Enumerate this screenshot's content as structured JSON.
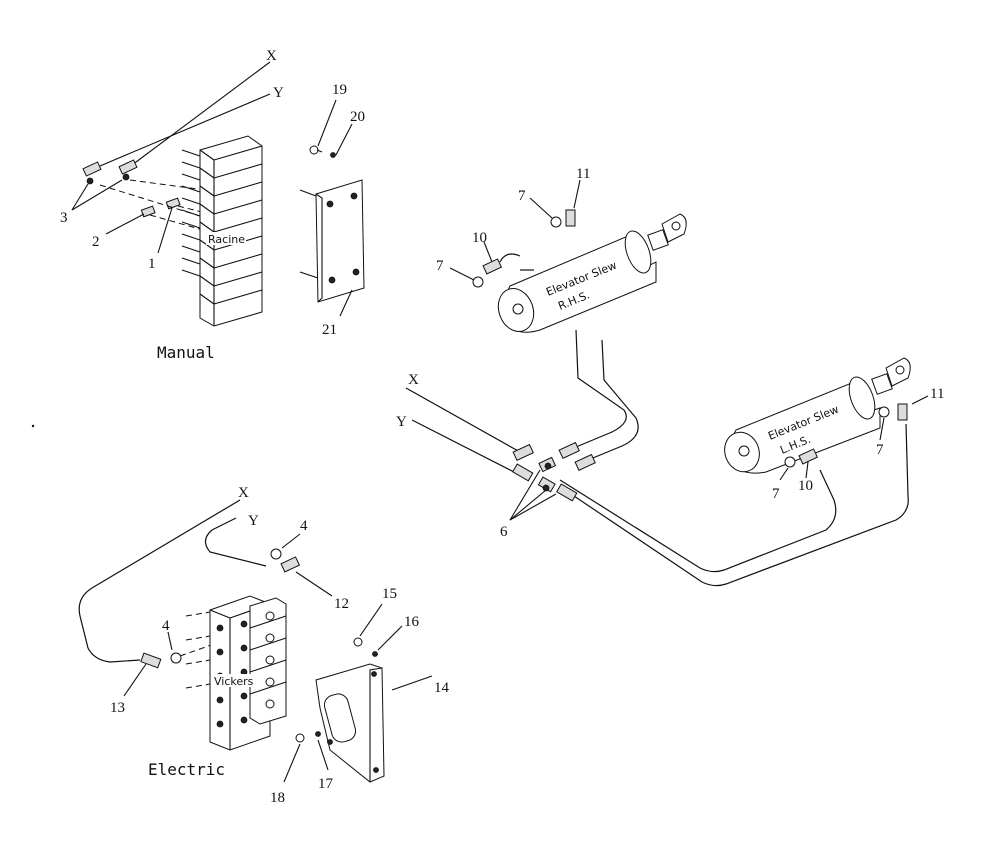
{
  "diagram": {
    "manual_assembly": {
      "caption": "Manual",
      "valve_label": "Racine",
      "line_x": "X",
      "line_y": "Y",
      "callouts": [
        "3",
        "2",
        "1",
        "19",
        "20",
        "21"
      ]
    },
    "electric_assembly": {
      "caption": "Electric",
      "valve_label": "Vickers",
      "line_x": "X",
      "line_y": "Y",
      "callouts": [
        "4",
        "12",
        "4",
        "13",
        "15",
        "16",
        "14",
        "17",
        "18"
      ]
    },
    "cylinders": {
      "rhs": {
        "line1": "Elevator Slew",
        "line2": "R.H.S.",
        "callouts": [
          "7",
          "11",
          "10",
          "7"
        ]
      },
      "lhs": {
        "line1": "Elevator Slew",
        "line2": "L.H.S.",
        "callouts": [
          "11",
          "7",
          "7",
          "10"
        ]
      }
    },
    "manifold": {
      "line_x": "X",
      "line_y": "Y",
      "callouts": [
        "6"
      ]
    }
  }
}
